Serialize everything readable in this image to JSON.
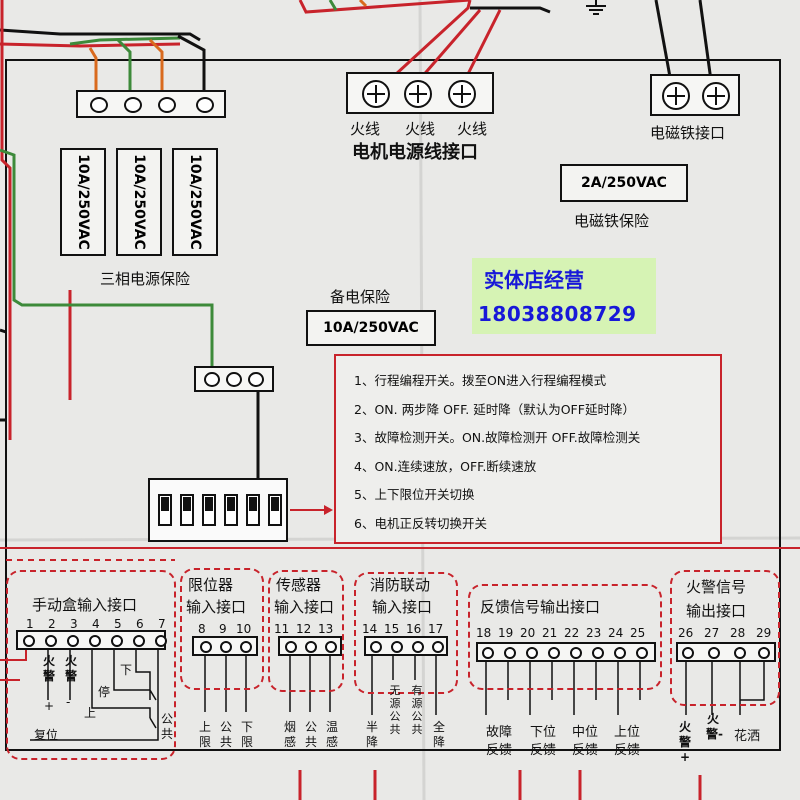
{
  "promo": {
    "line1": "实体店经营",
    "line2": "18038808729"
  },
  "motor": {
    "terminal_labels": [
      "火线",
      "火线",
      "火线"
    ],
    "title": "电机电源线接口"
  },
  "magnet": {
    "title": "电磁铁接口",
    "fuse_rating": "2A/250VAC",
    "fuse_label": "电磁铁保险"
  },
  "three_phase": {
    "fuse_ratings": [
      "10A/250VAC",
      "10A/250VAC",
      "10A/250VAC"
    ],
    "label": "三相电源保险"
  },
  "backup": {
    "label": "备电保险",
    "fuse_rating": "10A/250VAC"
  },
  "notes": [
    "1、行程编程开关。拨至ON进入行程编程模式",
    "2、ON. 两步降  OFF. 延时降（默认为OFF延时降）",
    "3、故障检测开关。ON.故障检测开  OFF.故障检测关",
    "4、ON.连续速放，OFF.断续速放",
    "5、上下限位开关切换",
    "6、电机正反转切换开关"
  ],
  "groups": {
    "manual": {
      "title": "手动盒输入接口",
      "numbers": [
        "1",
        "2",
        "3",
        "4",
        "5",
        "6",
        "7"
      ],
      "fire": "火警",
      "plus": "+",
      "minus": "-",
      "stop": "停",
      "down": "下",
      "up": "上",
      "reset": "复位",
      "common": "公共"
    },
    "limit": {
      "title1": "限位器",
      "title2": "输入接口",
      "numbers": [
        "8",
        "9",
        "10"
      ],
      "labels": [
        "上限",
        "公共",
        "下限"
      ]
    },
    "sensor": {
      "title1": "传感器",
      "title2": "输入接口",
      "numbers": [
        "11",
        "12",
        "13"
      ],
      "labels": [
        "烟感",
        "公共",
        "温感"
      ]
    },
    "fire_link": {
      "title1": "消防联动",
      "title2": "输入接口",
      "numbers": [
        "14",
        "15",
        "16",
        "17"
      ],
      "labels": [
        "半降",
        "无源公共",
        "有源公共",
        "全降"
      ]
    },
    "feedback": {
      "title": "反馈信号输出接口",
      "numbers": [
        "18",
        "19",
        "20",
        "21",
        "22",
        "23",
        "24",
        "25"
      ],
      "labels": [
        "故障反馈",
        "下位反馈",
        "中位反馈",
        "上位反馈"
      ]
    },
    "alarm": {
      "title1": "火警信号",
      "title2": "输出接口",
      "numbers": [
        "26",
        "27",
        "28",
        "29"
      ],
      "labels": [
        "火警+",
        "火警-",
        "花洒"
      ]
    }
  },
  "colors": {
    "red": "#c8232b",
    "green": "#3d8a3a",
    "black": "#111111",
    "orange": "#d96a1e",
    "promo_text": "#1818d8",
    "promo_bg": "#d6f3b4"
  }
}
